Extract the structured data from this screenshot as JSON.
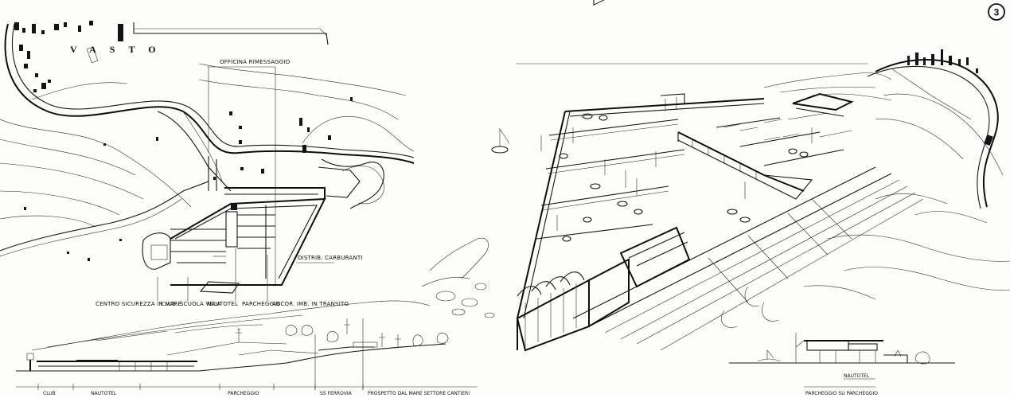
{
  "page": {
    "number": "3"
  },
  "plan": {
    "city": "VASTO",
    "labels": {
      "officina": "OFFICINA RIMESSAGGIO",
      "distributore": "DISTRIB. CARBURANTI",
      "centro": "CENTRO SICUREZZA IN MARE",
      "club": "CLUB. SCUOLA VELA",
      "nautotel": "NAUTOTEL",
      "parcheggio": "PARCHEGGIO",
      "ancoraggio": "ANCOR. IMB. IN TRANSITO"
    }
  },
  "section_left": {
    "labels": {
      "club": "CLUB",
      "nautotel": "NAUTOTEL",
      "parcheggio": "PARCHEGGIO",
      "ferrovia": "SS FERROVIA",
      "prospetto": "PROSPETTO DAL MARE SETTORE CANTIERI"
    }
  },
  "section_right": {
    "labels": {
      "nautotel": "NAUTOTEL",
      "parcheggio": "PARCHEGGIO SU PARCHEGGIO"
    }
  },
  "colors": {
    "ink": "#161616",
    "paper": "#fdfdfb"
  }
}
